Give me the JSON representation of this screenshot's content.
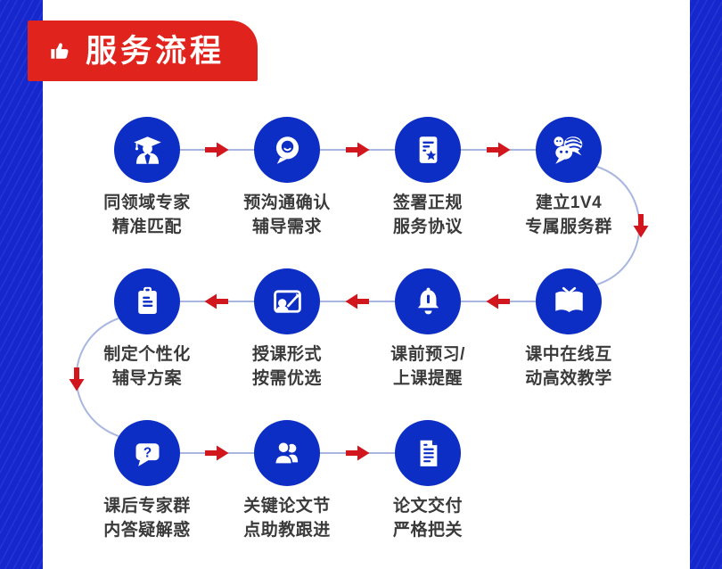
{
  "page": {
    "background": "#ffffff",
    "side_band_blue": "#1527cd",
    "circle_blue": "#0c2ec4",
    "badge_red": "#e0231d",
    "arrow_red": "#d2161e",
    "connector_color": "#a8b6e0",
    "label_color": "#3a3a3a"
  },
  "header": {
    "title": "服务流程",
    "icon": "thumbs-up-icon"
  },
  "flow": {
    "qa_mark": "?",
    "steps": [
      {
        "icon": "graduate-expert-icon",
        "line1": "同领域专家",
        "line2": "精准匹配"
      },
      {
        "icon": "chat-bubble-icon",
        "line1": "预沟通确认",
        "line2": "辅导需求"
      },
      {
        "icon": "agreement-document-icon",
        "line1": "签署正规",
        "line2": "服务协议"
      },
      {
        "icon": "wechat-group-icon",
        "line1": "建立1V4",
        "line2": "专属服务群"
      },
      {
        "icon": "open-book-icon",
        "line1": "课中在线互",
        "line2": "动高效教学"
      },
      {
        "icon": "bell-icon",
        "line1": "课前预习/",
        "line2": "上课提醒"
      },
      {
        "icon": "teaching-board-icon",
        "line1": "授课形式",
        "line2": "按需优选"
      },
      {
        "icon": "clipboard-icon",
        "line1": "制定个性化",
        "line2": "辅导方案"
      },
      {
        "icon": "question-bubble-icon",
        "line1": "课后专家群",
        "line2": "内答疑解惑"
      },
      {
        "icon": "people-group-icon",
        "line1": "关键论文节",
        "line2": "点助教跟进"
      },
      {
        "icon": "paper-document-icon",
        "line1": "论文交付",
        "line2": "严格把关"
      }
    ]
  }
}
